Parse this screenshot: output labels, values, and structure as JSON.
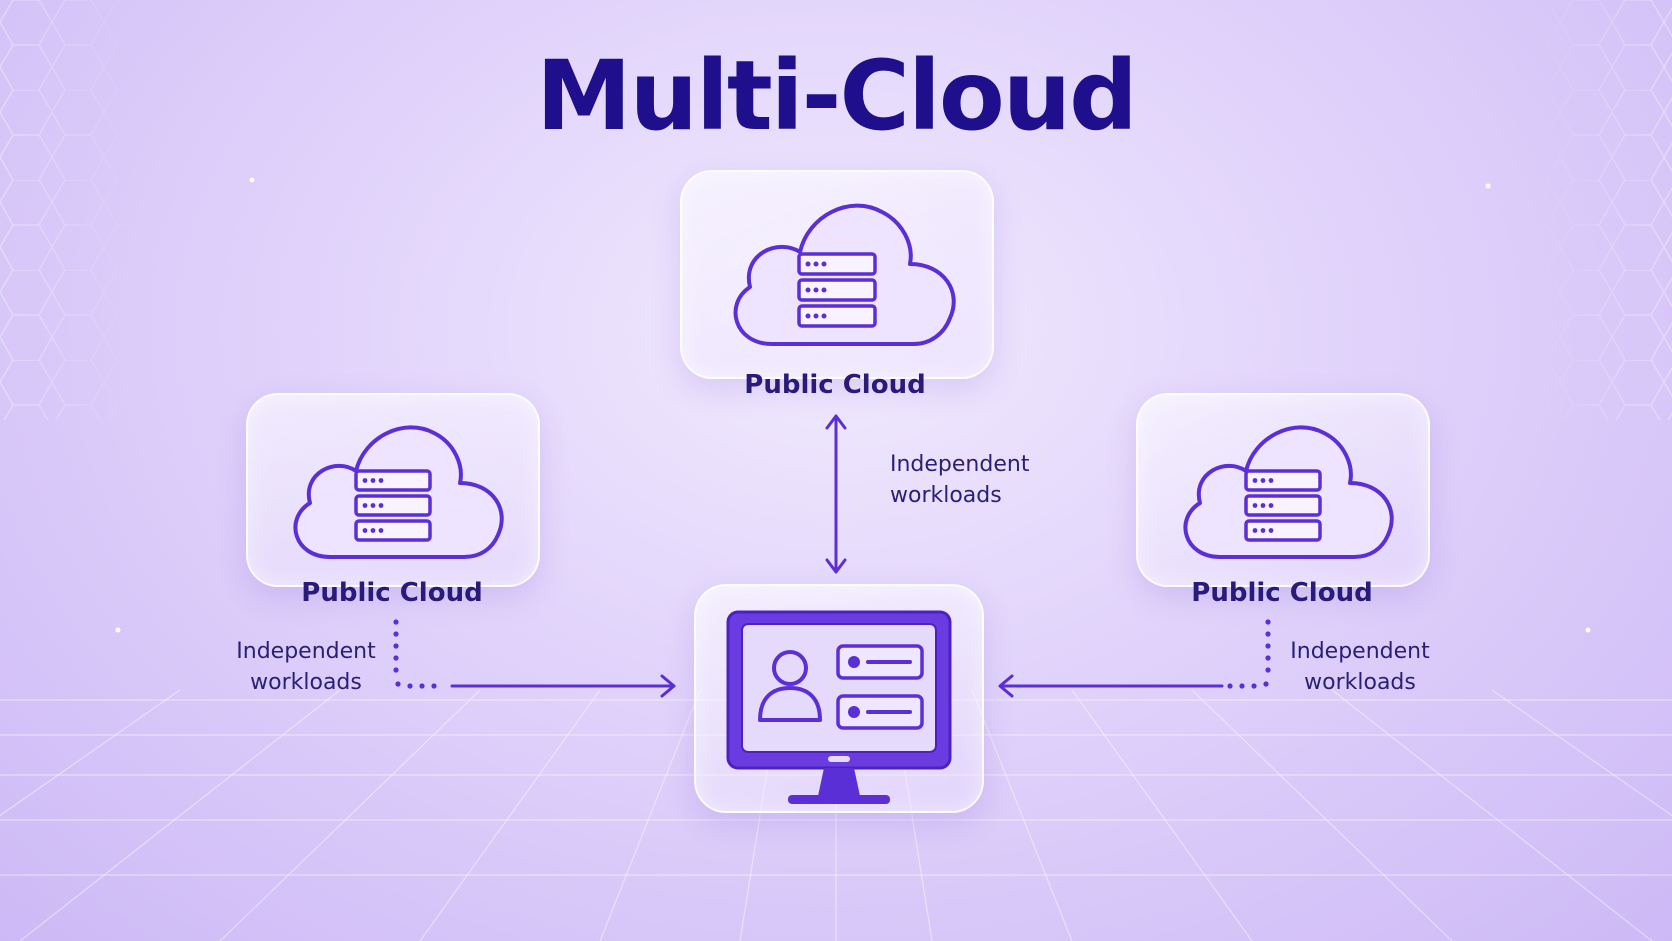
{
  "title": "Multi-Cloud",
  "clouds": [
    {
      "label": "Public Cloud"
    },
    {
      "label": "Public Cloud"
    },
    {
      "label": "Public Cloud"
    }
  ],
  "workload_notes": [
    {
      "line1": "Independent",
      "line2": "workloads"
    },
    {
      "line1": "Independent",
      "line2": "workloads"
    },
    {
      "line1": "Independent",
      "line2": "workloads"
    }
  ],
  "icons": {
    "cloud": "cloud-server-icon",
    "client": "monitor-user-icon"
  },
  "colors": {
    "accent": "#5b2fd6",
    "title": "#1f0f8c",
    "text": "#2a1a7a"
  }
}
